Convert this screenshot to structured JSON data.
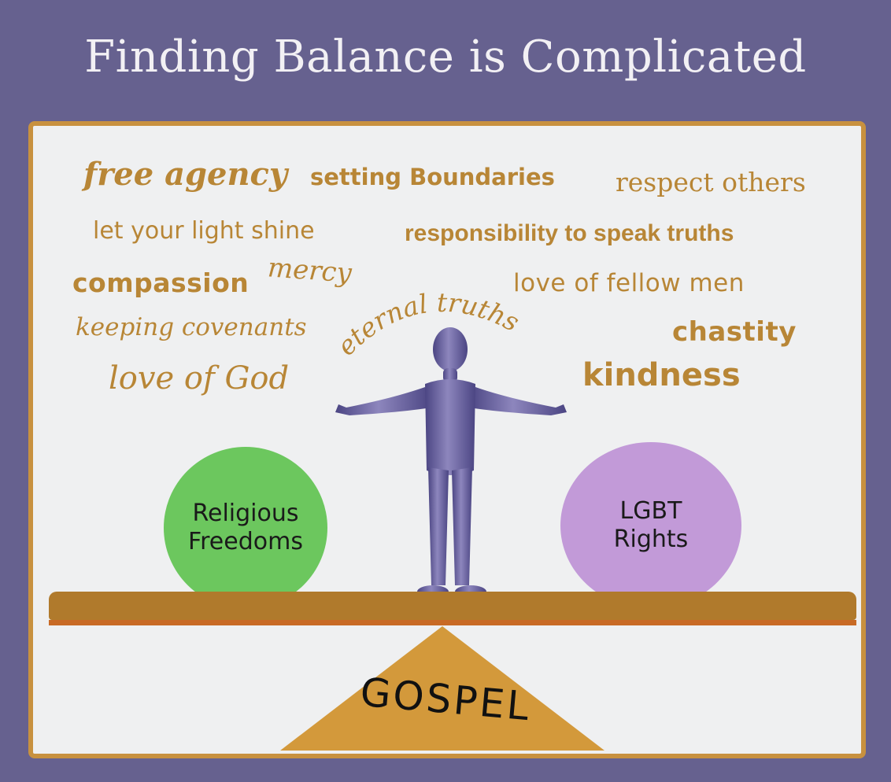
{
  "title": "Finding Balance is Complicated",
  "words": {
    "free_agency": "free agency",
    "setting_boundaries": "setting Boundaries",
    "respect_others": "respect others",
    "let_your_light_shine": "let your light shine",
    "responsibility": "responsibility to speak truths",
    "compassion": "compassion",
    "mercy": "mercy",
    "love_of_fellow_men": "love of fellow men",
    "eternal_truths": "eternal truths",
    "keeping_covenants": "keeping covenants",
    "chastity": "chastity",
    "love_of_god": "love of God",
    "kindness": "kindness"
  },
  "scale": {
    "left_line1": "Religious",
    "left_line2": "Freedoms",
    "right_line1": "LGBT",
    "right_line2": "Rights",
    "fulcrum_label": "GOSPEL"
  },
  "colors": {
    "background": "#66618f",
    "word": "#b88636",
    "left_circle": "#6cc75e",
    "right_circle": "#c29ad8",
    "beam": "#b07a2c",
    "fulcrum": "#d3993b",
    "figure": "#6b639e"
  }
}
